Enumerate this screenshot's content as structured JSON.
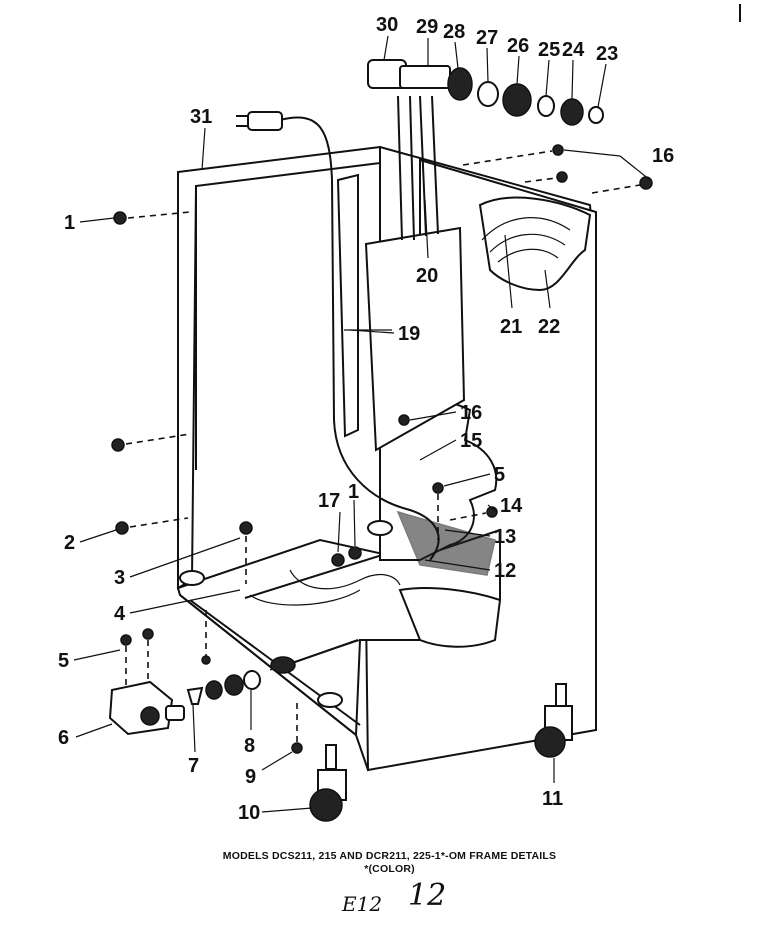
{
  "callouts": {
    "c1a": "1",
    "c1b": "1",
    "c2": "2",
    "c3": "3",
    "c4": "4",
    "c5a": "5",
    "c5b": "5",
    "c6": "6",
    "c7": "7",
    "c8": "8",
    "c9": "9",
    "c10": "10",
    "c11": "11",
    "c12": "12",
    "c13": "13",
    "c14": "14",
    "c15": "15",
    "c16a": "16",
    "c16b": "16",
    "c17": "17",
    "c19": "19",
    "c20": "20",
    "c21": "21",
    "c22": "22",
    "c23": "23",
    "c24": "24",
    "c25": "25",
    "c26": "26",
    "c27": "27",
    "c28": "28",
    "c29": "29",
    "c30": "30",
    "c31": "31"
  },
  "caption": {
    "line1": "MODELS DCS211, 215 AND DCR211, 225-1*-OM FRAME DETAILS",
    "line2": "*(COLOR)"
  },
  "handwriting": {
    "left": "E12",
    "right": "12"
  }
}
